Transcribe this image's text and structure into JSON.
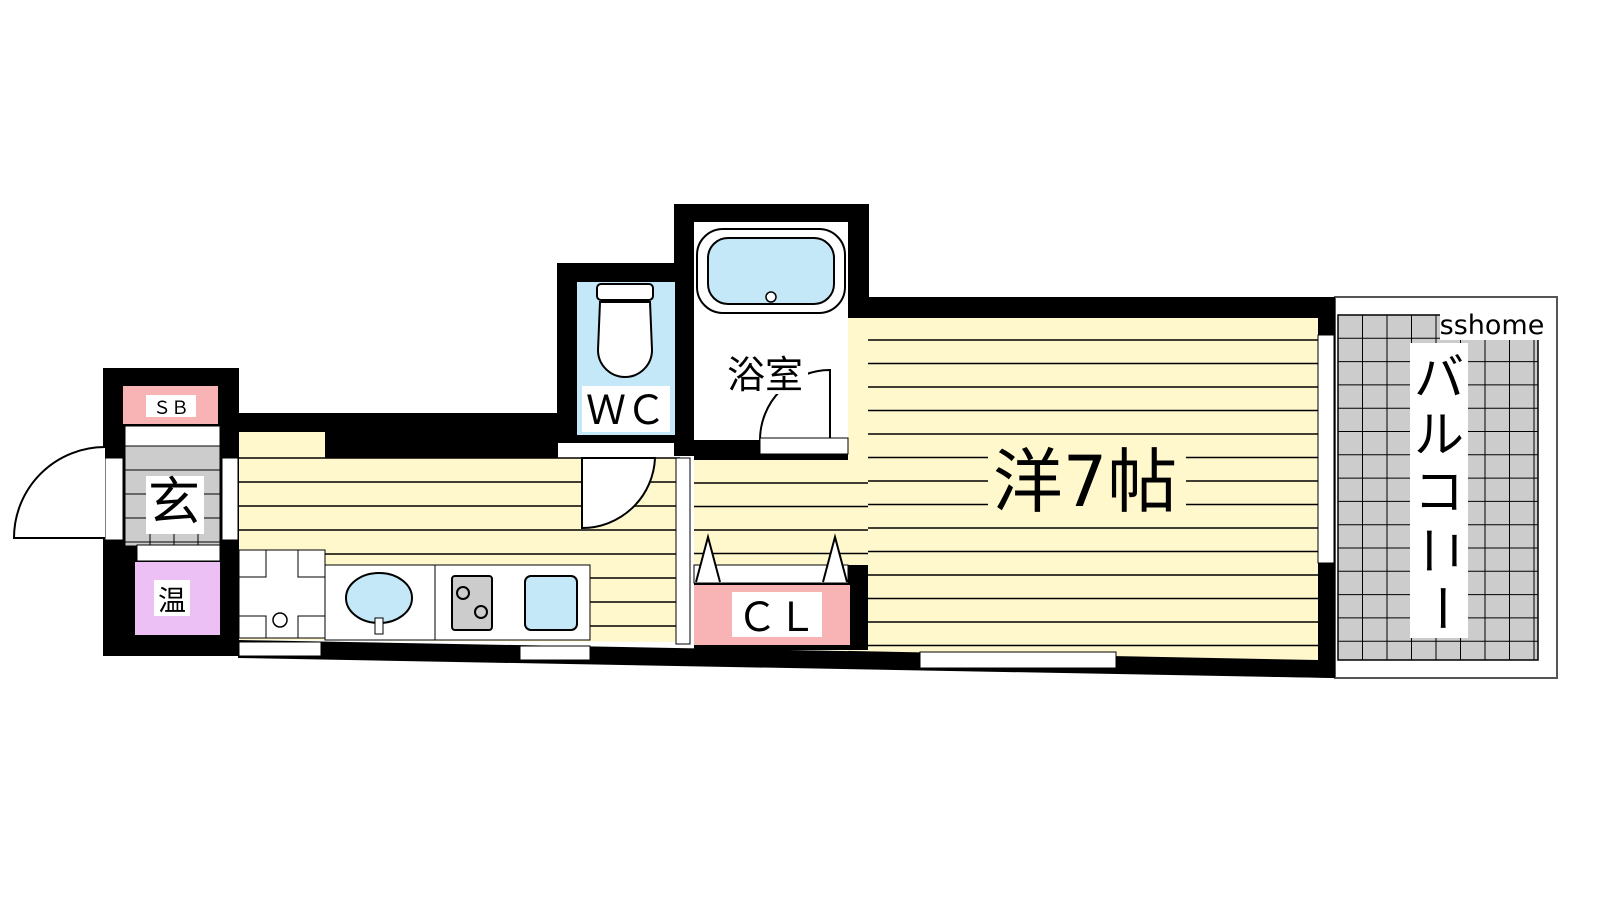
{
  "plan": {
    "rooms": {
      "western_room": "洋7帖",
      "bathroom": "浴室",
      "toilet": "ＷＣ",
      "closet": "ＣＬ",
      "shoe_box": "ＳＢ",
      "entrance": "玄",
      "water_heater": "温",
      "balcony": [
        "バ",
        "ル",
        "コ",
        "ニ",
        "ー"
      ]
    },
    "watermark": "sshome",
    "colors": {
      "floor": "#fff8cc",
      "wall": "#000000",
      "water": "#c4e8f8",
      "closet": "#f8b4b4",
      "heater": "#ecc0f4",
      "tile": "#cccccc"
    }
  }
}
